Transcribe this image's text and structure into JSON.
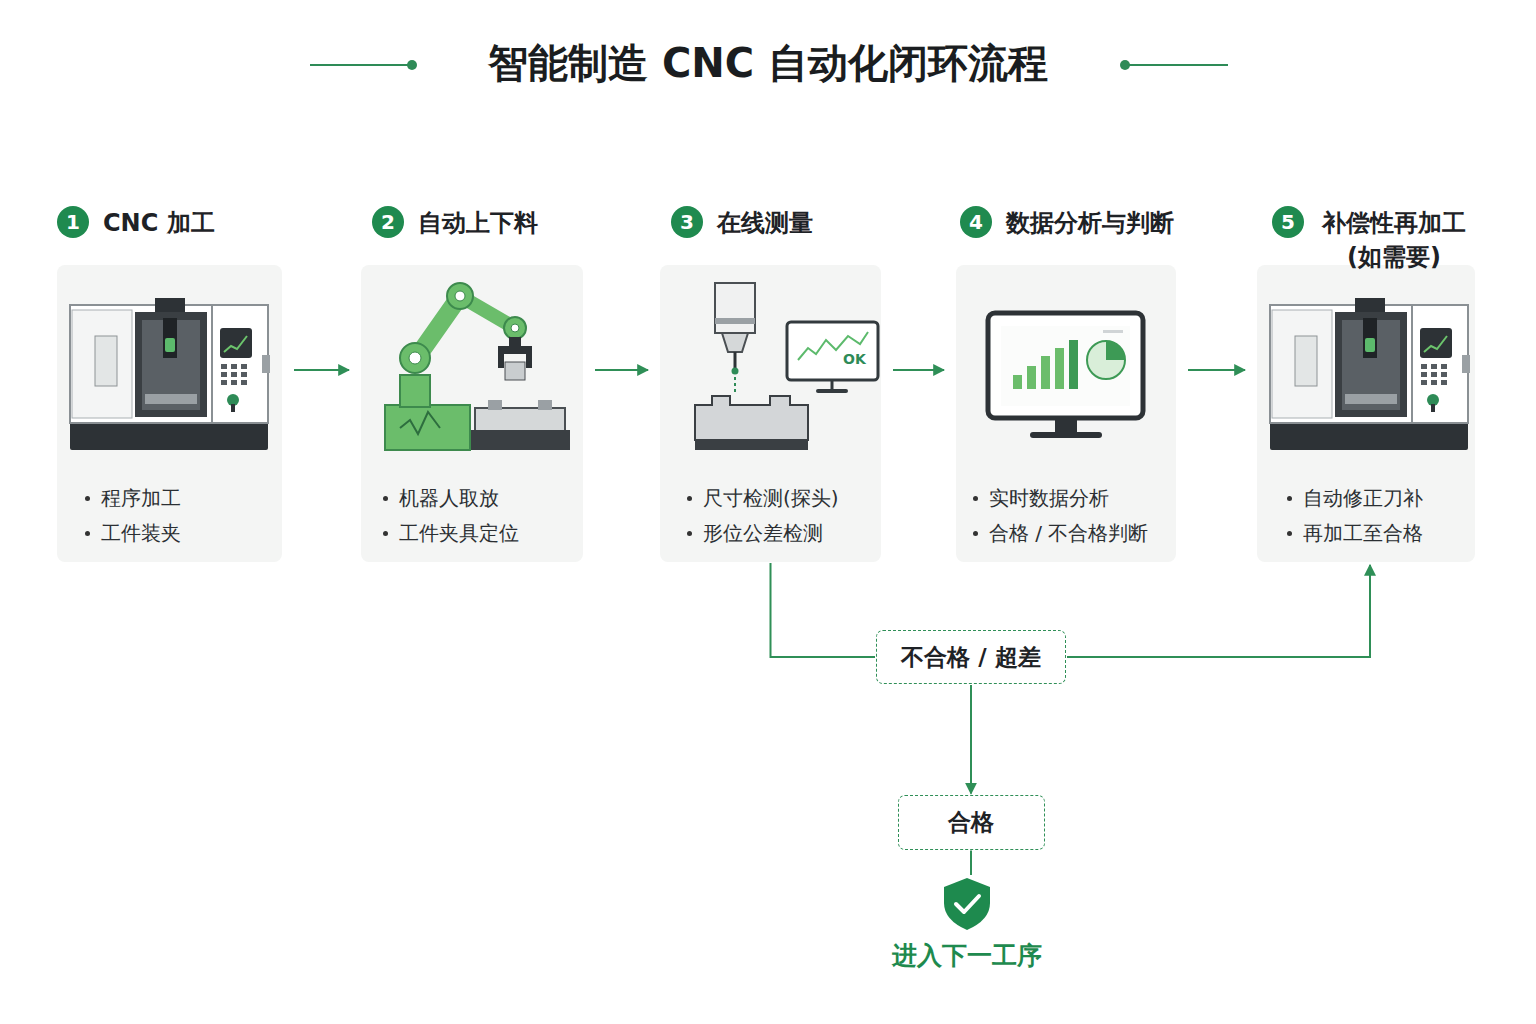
{
  "diagram": {
    "title": "智能制造 CNC 自动化闭环流程",
    "nodes": [
      {
        "text": [
          "1",
          "CNC 加工",
          "程序加工",
          "工件装夹"
        ]
      },
      {
        "text": [
          "2",
          "自动上下料",
          "机器人取放",
          "工件夹具定位"
        ]
      },
      {
        "text": [
          "3",
          "在线测量",
          "尺寸检测(探头)",
          "形位公差检测"
        ]
      },
      {
        "text": [
          "4",
          "数据分析与判断",
          "实时数据分析",
          "合格 / 不合格判断"
        ]
      },
      {
        "text": [
          "5",
          "补偿性再加工 (如需要)",
          "自动修正刀补",
          "再加工至合格"
        ]
      },
      {
        "text": [
          "不合格 / 超差"
        ]
      },
      {
        "text": [
          "合格"
        ]
      },
      {
        "text": [
          "进入下一工序"
        ]
      }
    ],
    "edges": [
      {
        "from": 0,
        "to": 1,
        "arrow": "to"
      },
      {
        "from": 1,
        "to": 2,
        "arrow": "to"
      },
      {
        "from": 2,
        "to": 3,
        "arrow": "to"
      },
      {
        "from": 3,
        "to": 4,
        "arrow": "to"
      },
      {
        "from": 2,
        "to": 5,
        "arrow": "none"
      },
      {
        "from": 5,
        "to": 4,
        "arrow": "to"
      },
      {
        "from": 5,
        "to": 6,
        "arrow": "to"
      },
      {
        "from": 6,
        "to": 7,
        "arrow": "none"
      }
    ],
    "labels": [
      "OK"
    ]
  }
}
